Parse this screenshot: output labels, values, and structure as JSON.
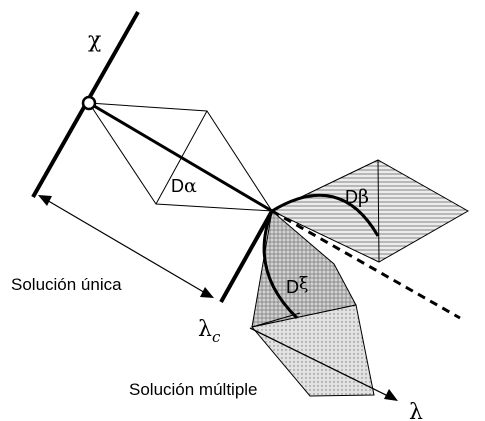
{
  "figure": {
    "axis_chi": "χ",
    "axis_lambda": "λ",
    "lambda_c": "λ",
    "lambda_c_sub": "c",
    "label_solucion_unica": "Solución única",
    "label_solucion_multiple": "Solución múltiple",
    "region_alpha_prefix": "D",
    "region_alpha_sym": "α",
    "region_beta_prefix": "D",
    "region_beta_sym": "β",
    "region_xi_prefix": "D",
    "region_xi_sym": "ξ",
    "hatch_color": "#000000",
    "fill_gray": "#d9d9d9"
  }
}
